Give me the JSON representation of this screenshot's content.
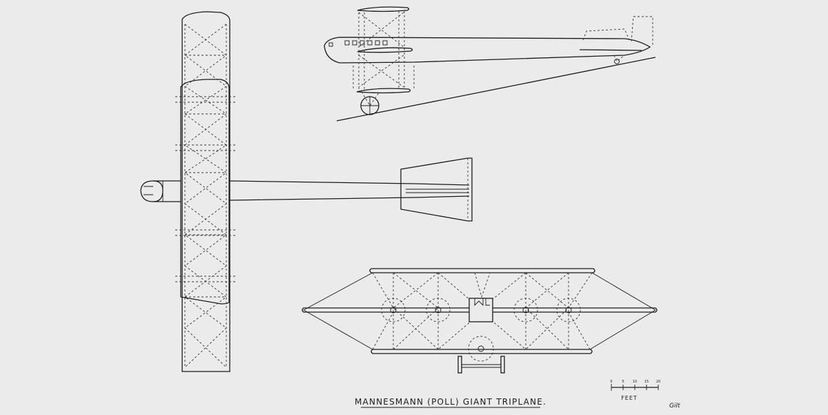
{
  "drawing": {
    "title": "MANNESMANN (POLL) GIANT TRIPLANE.",
    "scale": {
      "ticks": [
        "0",
        "5",
        "10",
        "15",
        "20"
      ],
      "unit": "FEET"
    },
    "signature": "Gilt"
  }
}
